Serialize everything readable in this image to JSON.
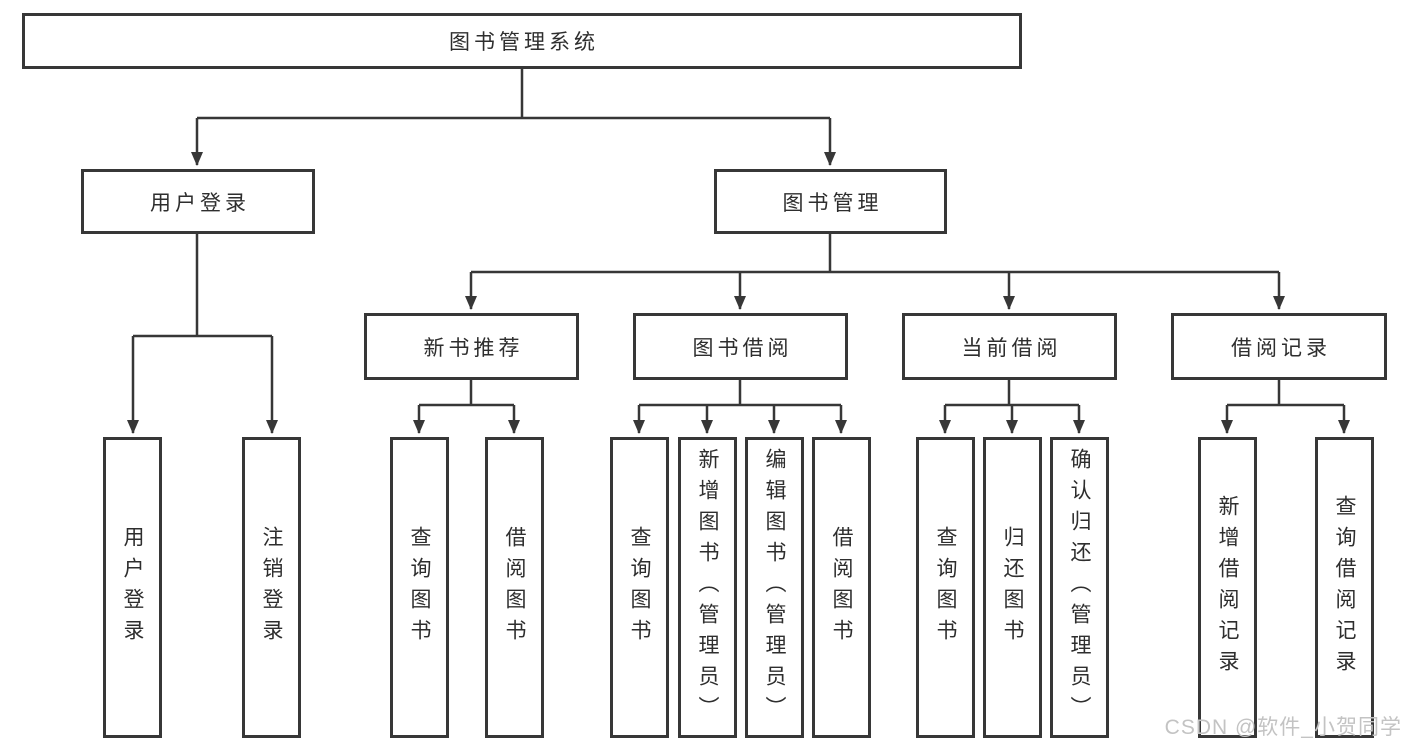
{
  "colors": {
    "line": "#373737",
    "text": "#2e2e2e",
    "bg": "#ffffff",
    "watermark": "#c3c3c3"
  },
  "watermark": {
    "text": "CSDN @软件_小贺同学"
  },
  "diagram": {
    "type": "tree",
    "root": {
      "label": "图书管理系统"
    },
    "branches": [
      {
        "label": "用户登录",
        "children": [
          {
            "label": "用户登录"
          },
          {
            "label": "注销登录"
          }
        ]
      },
      {
        "label": "图书管理",
        "children": [
          {
            "label": "新书推荐",
            "children": [
              {
                "label": "查询图书"
              },
              {
                "label": "借阅图书"
              }
            ]
          },
          {
            "label": "图书借阅",
            "children": [
              {
                "label": "查询图书"
              },
              {
                "label": "新增图书（管理员）"
              },
              {
                "label": "编辑图书（管理员）"
              },
              {
                "label": "借阅图书"
              }
            ]
          },
          {
            "label": "当前借阅",
            "children": [
              {
                "label": "查询图书"
              },
              {
                "label": "归还图书"
              },
              {
                "label": "确认归还（管理员）"
              }
            ]
          },
          {
            "label": "借阅记录",
            "children": [
              {
                "label": "新增借阅记录"
              },
              {
                "label": "查询借阅记录"
              }
            ]
          }
        ]
      }
    ]
  }
}
